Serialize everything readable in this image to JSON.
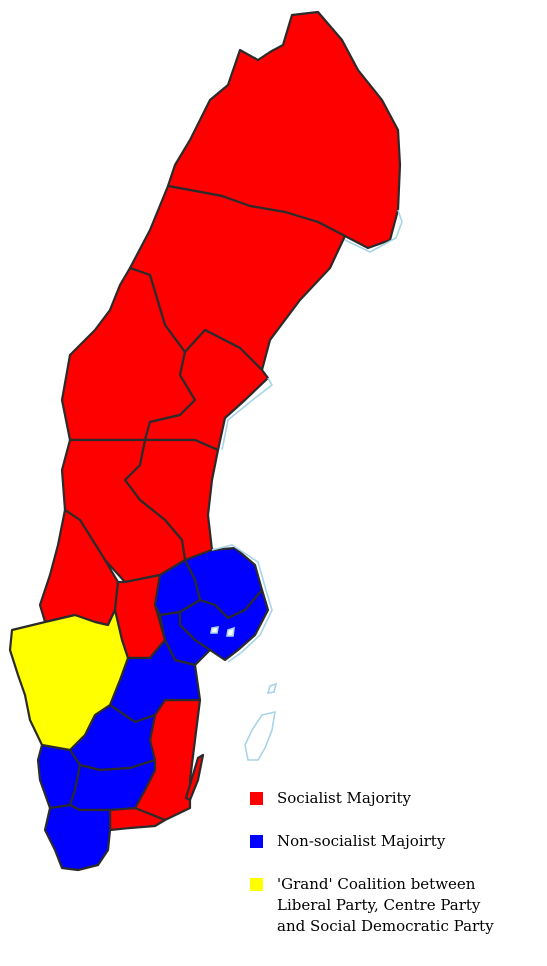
{
  "colors": {
    "socialist": "#ff0000",
    "non_socialist": "#0000ff",
    "grand_coalition": "#ffff00"
  },
  "legend": {
    "items": [
      {
        "label": "Socialist Majority",
        "color": "#ff0000"
      },
      {
        "label": "Non-socialist Majoirty",
        "color": "#0000ff"
      },
      {
        "label": "'Grand' Coalition between\nLiberal Party, Centre Party\nand Social Democratic Party",
        "color": "#ffff00"
      }
    ]
  }
}
